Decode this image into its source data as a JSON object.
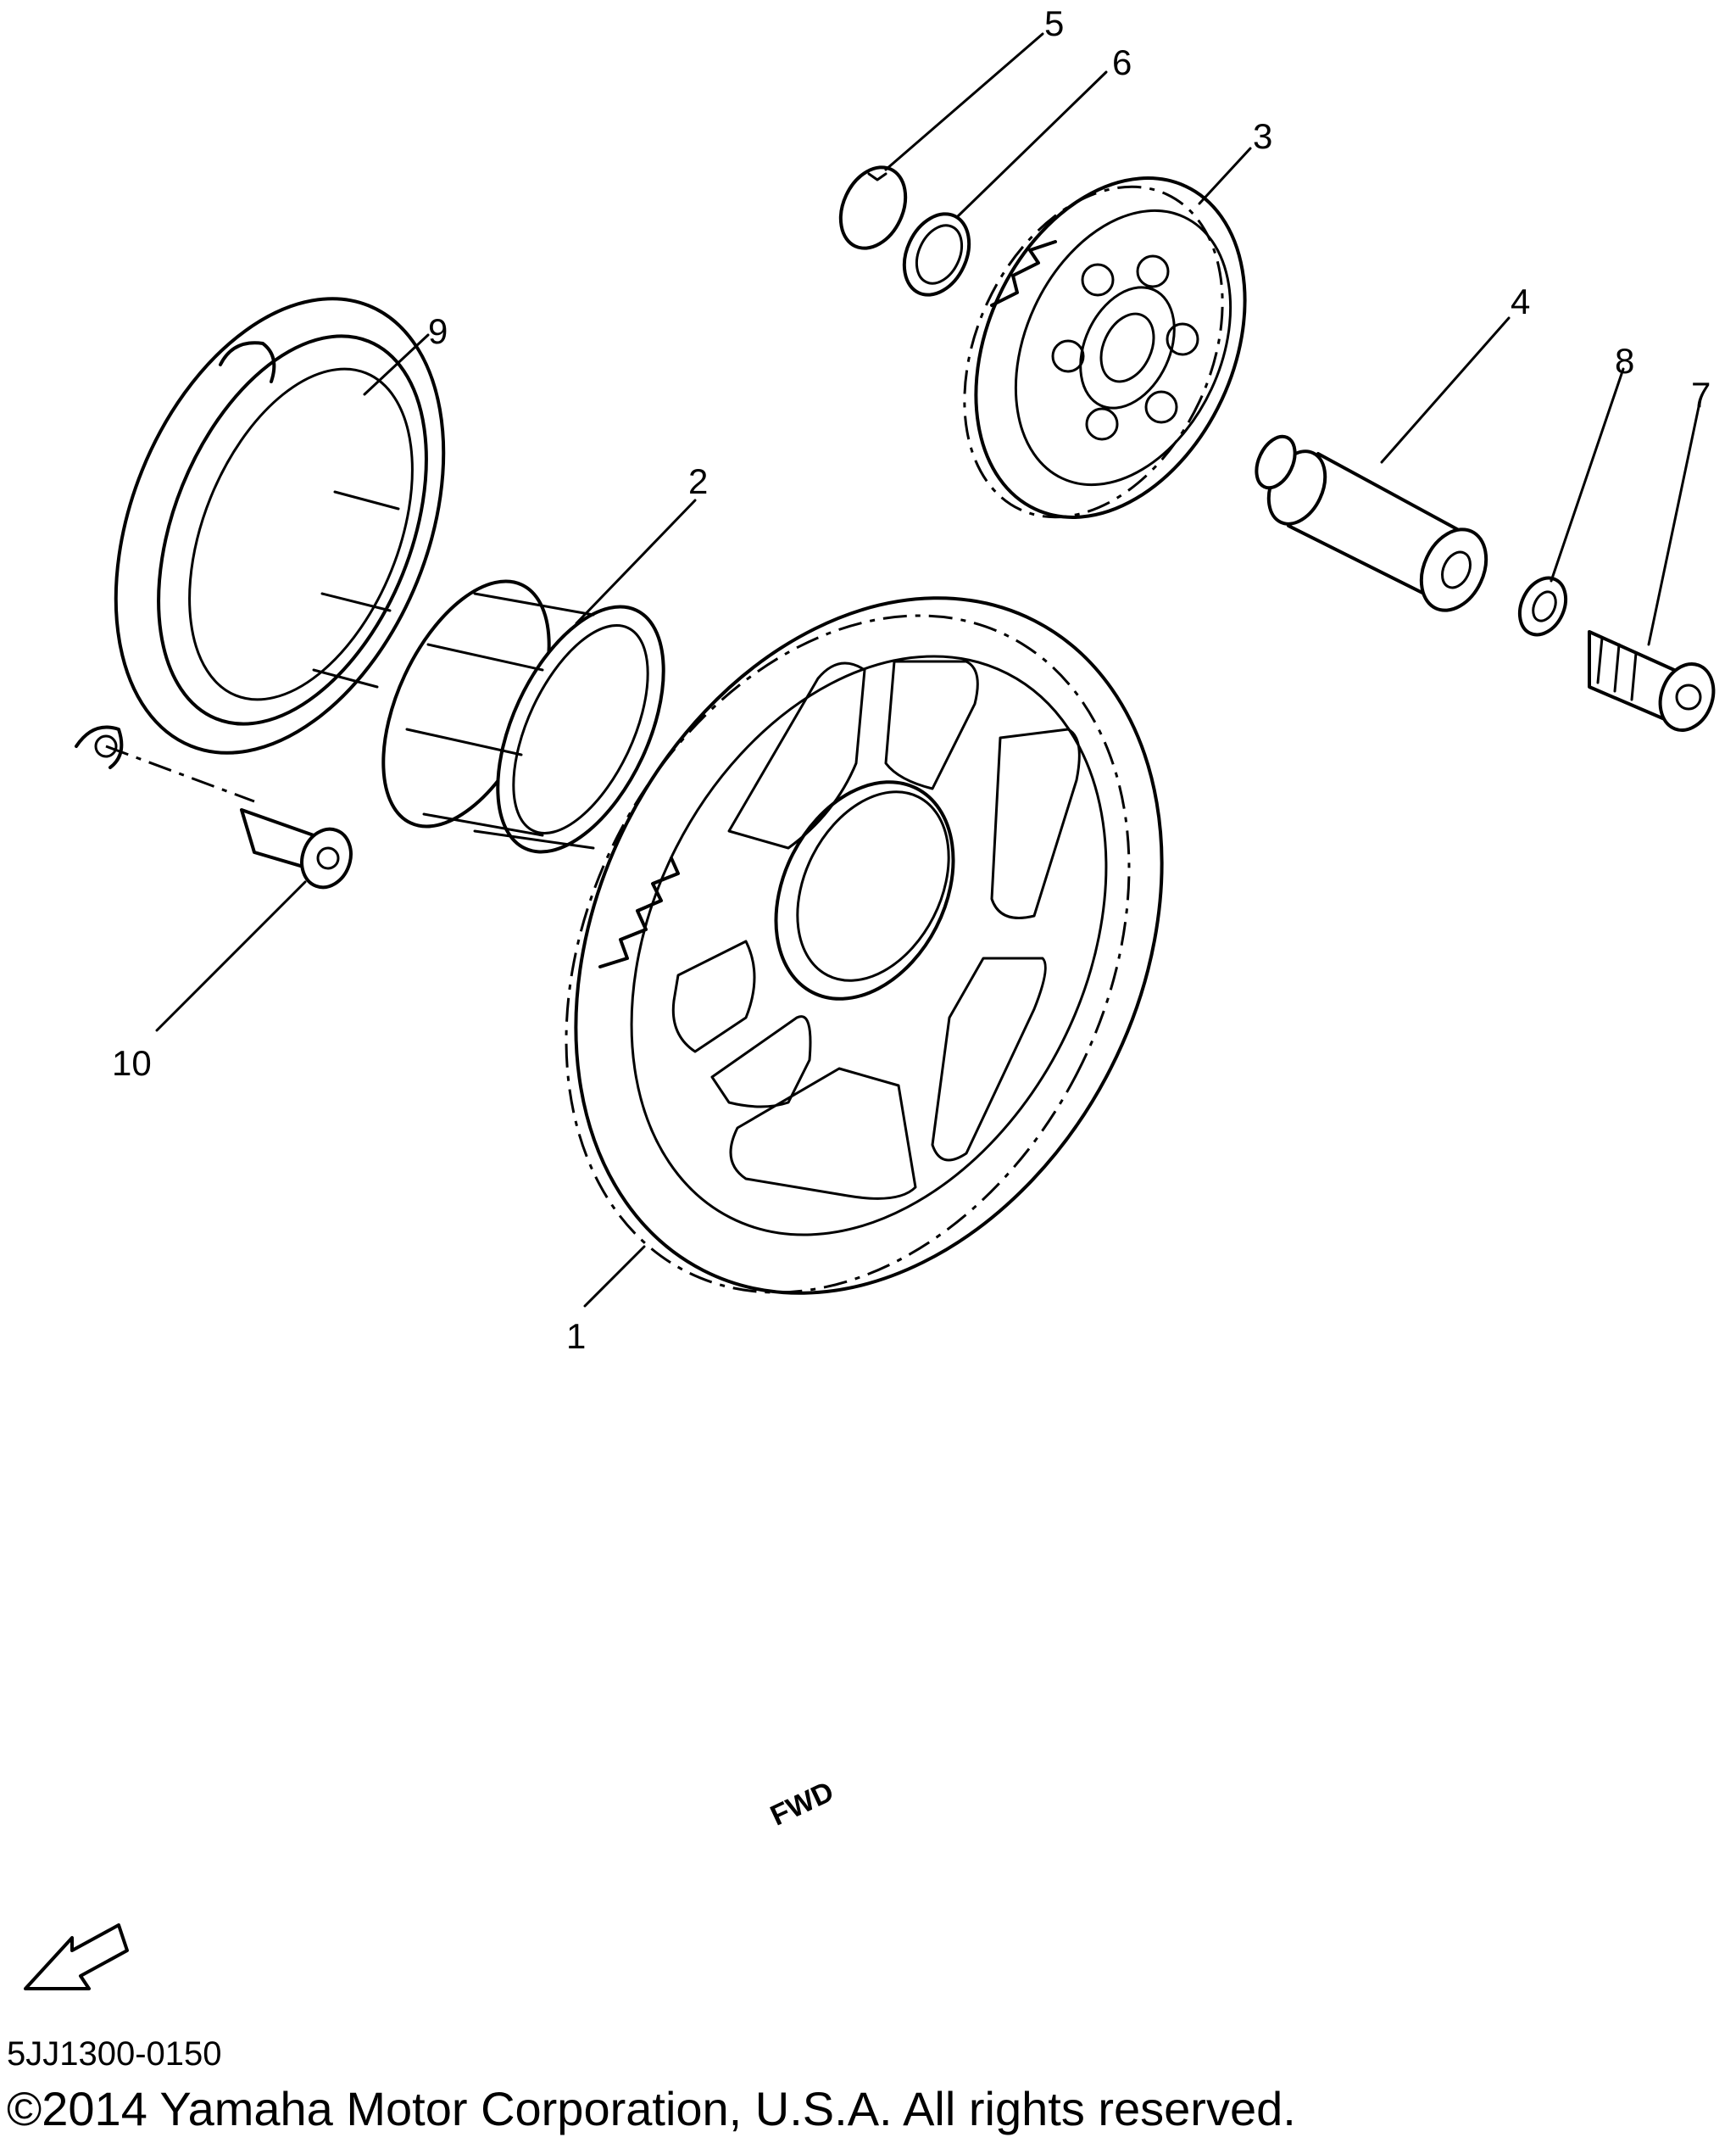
{
  "diagram": {
    "callouts": [
      {
        "id": "1",
        "label": "1"
      },
      {
        "id": "2",
        "label": "2"
      },
      {
        "id": "3",
        "label": "3"
      },
      {
        "id": "4",
        "label": "4"
      },
      {
        "id": "5",
        "label": "5"
      },
      {
        "id": "6",
        "label": "6"
      },
      {
        "id": "7",
        "label": "7"
      },
      {
        "id": "8",
        "label": "8"
      },
      {
        "id": "9",
        "label": "9"
      },
      {
        "id": "10",
        "label": "10"
      }
    ],
    "fwd_label": "FWD"
  },
  "footer": {
    "diagram_code": "5JJ1300-0150",
    "copyright": "©2014 Yamaha Motor Corporation, U.S.A. All rights reserved."
  }
}
